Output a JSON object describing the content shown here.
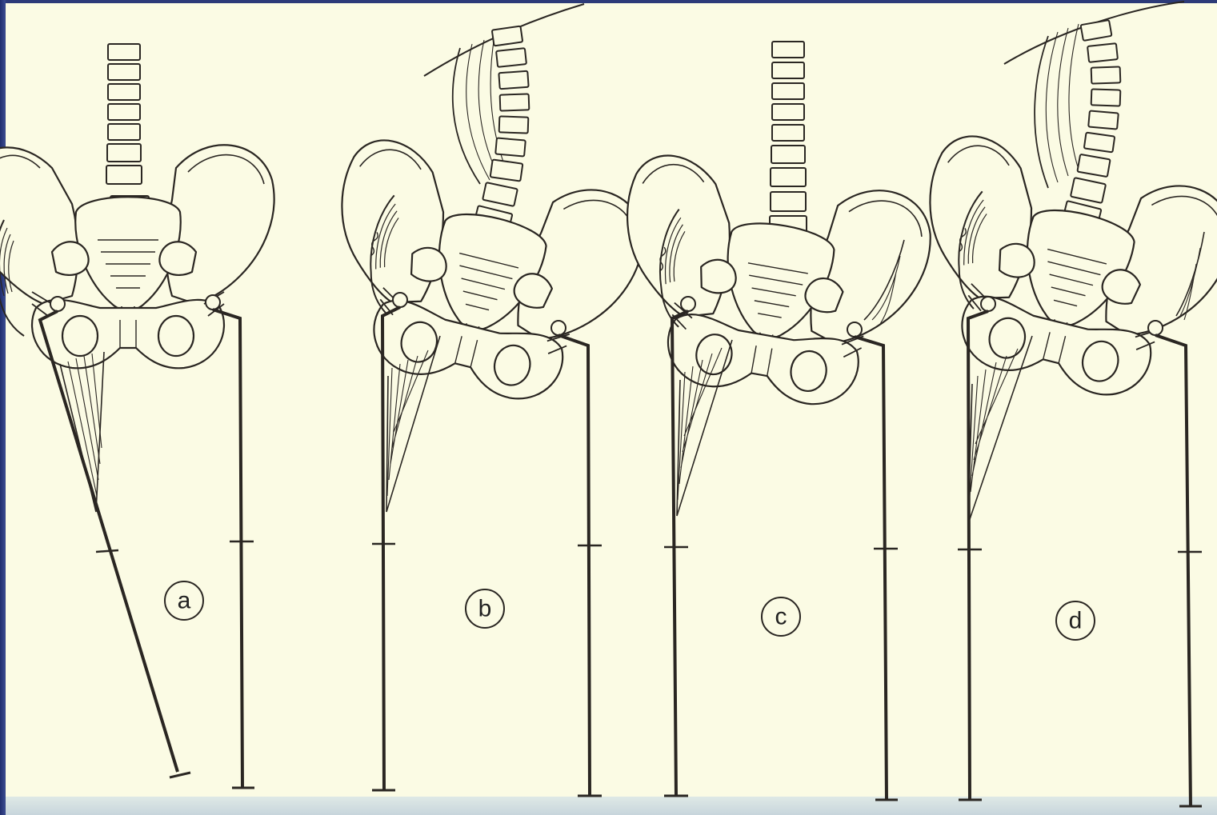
{
  "panels": [
    {
      "id": "a",
      "label": "a"
    },
    {
      "id": "b",
      "label": "b"
    },
    {
      "id": "c",
      "label": "c"
    },
    {
      "id": "d",
      "label": "d"
    }
  ],
  "colors": {
    "paper": "#fbfbe4",
    "ink": "#2a2622",
    "frame": "#2c3a78"
  }
}
